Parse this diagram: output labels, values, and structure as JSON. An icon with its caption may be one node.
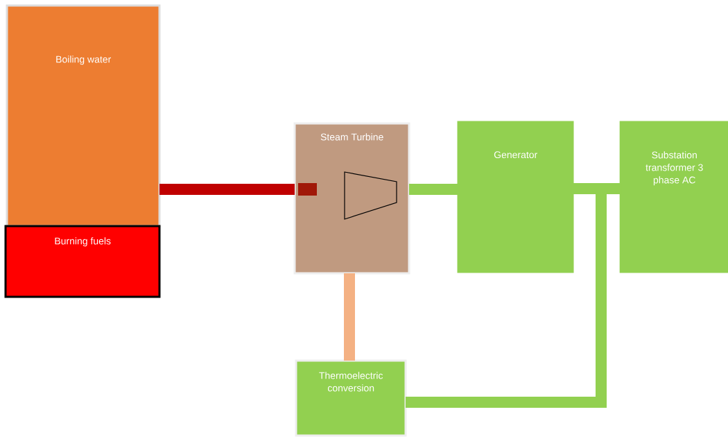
{
  "diagram": {
    "nodes": [
      {
        "text": [
          "Boiling water"
        ]
      },
      {
        "text": [
          "Burning fuels"
        ]
      },
      {
        "text": [
          "Steam Turbine"
        ]
      },
      {
        "text": [
          "Generator"
        ]
      },
      {
        "text": [
          "Substation transformer 3 phase AC"
        ]
      },
      {
        "text": [
          "Thermoelectric conversion"
        ]
      }
    ],
    "edges": [
      {
        "from": 0,
        "to": 2,
        "arrow": "none",
        "color": "#c00000"
      },
      {
        "from": 2,
        "to": 3,
        "arrow": "none"
      },
      {
        "from": 3,
        "to": 4,
        "arrow": "none"
      },
      {
        "from": 2,
        "to": 5,
        "arrow": "none",
        "color": "#f4b183"
      },
      {
        "from": 5,
        "to": 4,
        "arrow": "none"
      }
    ]
  }
}
